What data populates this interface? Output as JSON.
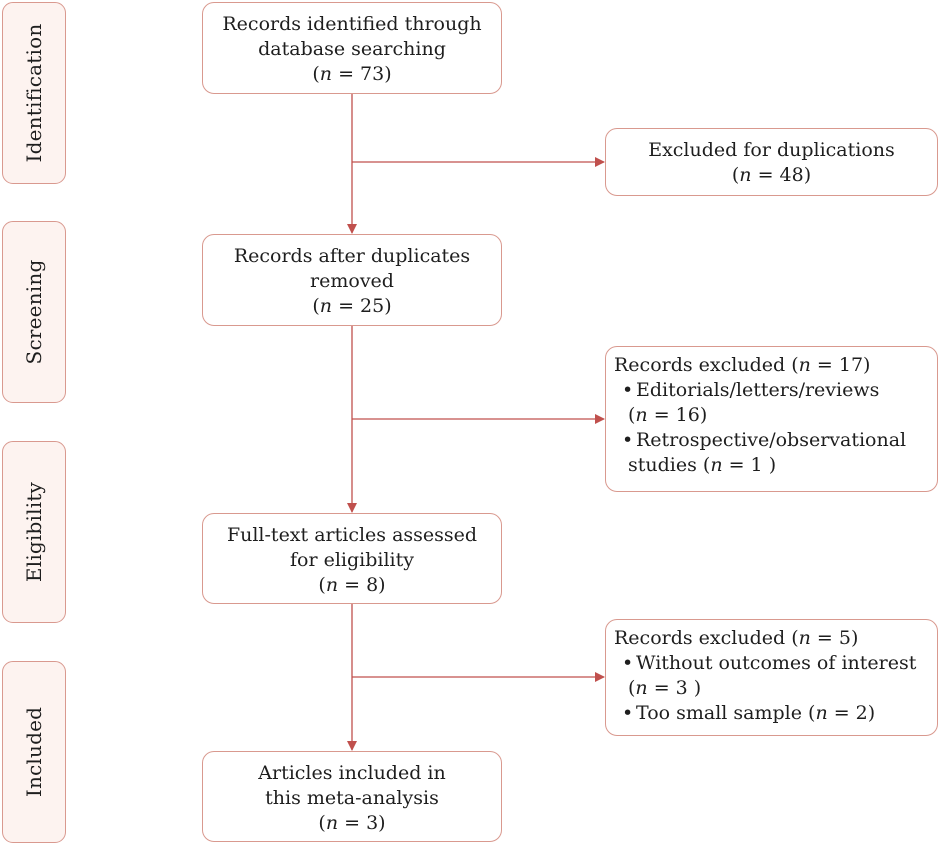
{
  "phases": [
    {
      "id": "identification",
      "label": "Identification"
    },
    {
      "id": "screening",
      "label": "Screening"
    },
    {
      "id": "eligibility",
      "label": "Eligibility"
    },
    {
      "id": "included",
      "label": "Included"
    }
  ],
  "main_boxes": {
    "identified": {
      "line1": "Records identified through",
      "line2": "database searching",
      "n_prefix": "(",
      "n_var": "n",
      "n_value": " = 73)"
    },
    "after_duplicates": {
      "line1": "Records after duplicates",
      "line2": "removed",
      "n_prefix": "(",
      "n_var": "n",
      "n_value": " = 25)"
    },
    "full_text": {
      "line1": "Full-text articles assessed",
      "line2": "for eligibility",
      "n_prefix": "(",
      "n_var": "n",
      "n_value": " = 8)"
    },
    "included": {
      "line1": "Articles included in",
      "line2": "this meta-analysis",
      "n_prefix": "(",
      "n_var": "n",
      "n_value": " = 3)"
    }
  },
  "side_boxes": {
    "duplicates": {
      "line1": "Excluded for duplications",
      "n_prefix": "(",
      "n_var": "n",
      "n_value": " = 48)"
    },
    "screen_excluded": {
      "title_prefix": "Records excluded (",
      "title_var": "n",
      "title_value": " = 17)",
      "bullet": "•",
      "item1_line1": "Editorials/letters/reviews",
      "item1_n_prefix": "(",
      "item1_n_var": "n",
      "item1_n_value": " = 16)",
      "item2_line1": "Retrospective/observational",
      "item2_line2_prefix": "studies (",
      "item2_n_var": "n",
      "item2_n_value": " = 1 )"
    },
    "eligibility_excluded": {
      "title_prefix": "Records excluded (",
      "title_var": "n",
      "title_value": " = 5)",
      "bullet": "•",
      "item1_line1": "Without outcomes of interest",
      "item1_n_prefix": "(",
      "item1_n_var": "n",
      "item1_n_value": " = 3 )",
      "item2_prefix": "Too small sample (",
      "item2_n_var": "n",
      "item2_n_value": " = 2)"
    }
  },
  "colors": {
    "border": "#d9998f",
    "phase_fill": "#fdf3f0",
    "arrow": "#c0504d"
  }
}
